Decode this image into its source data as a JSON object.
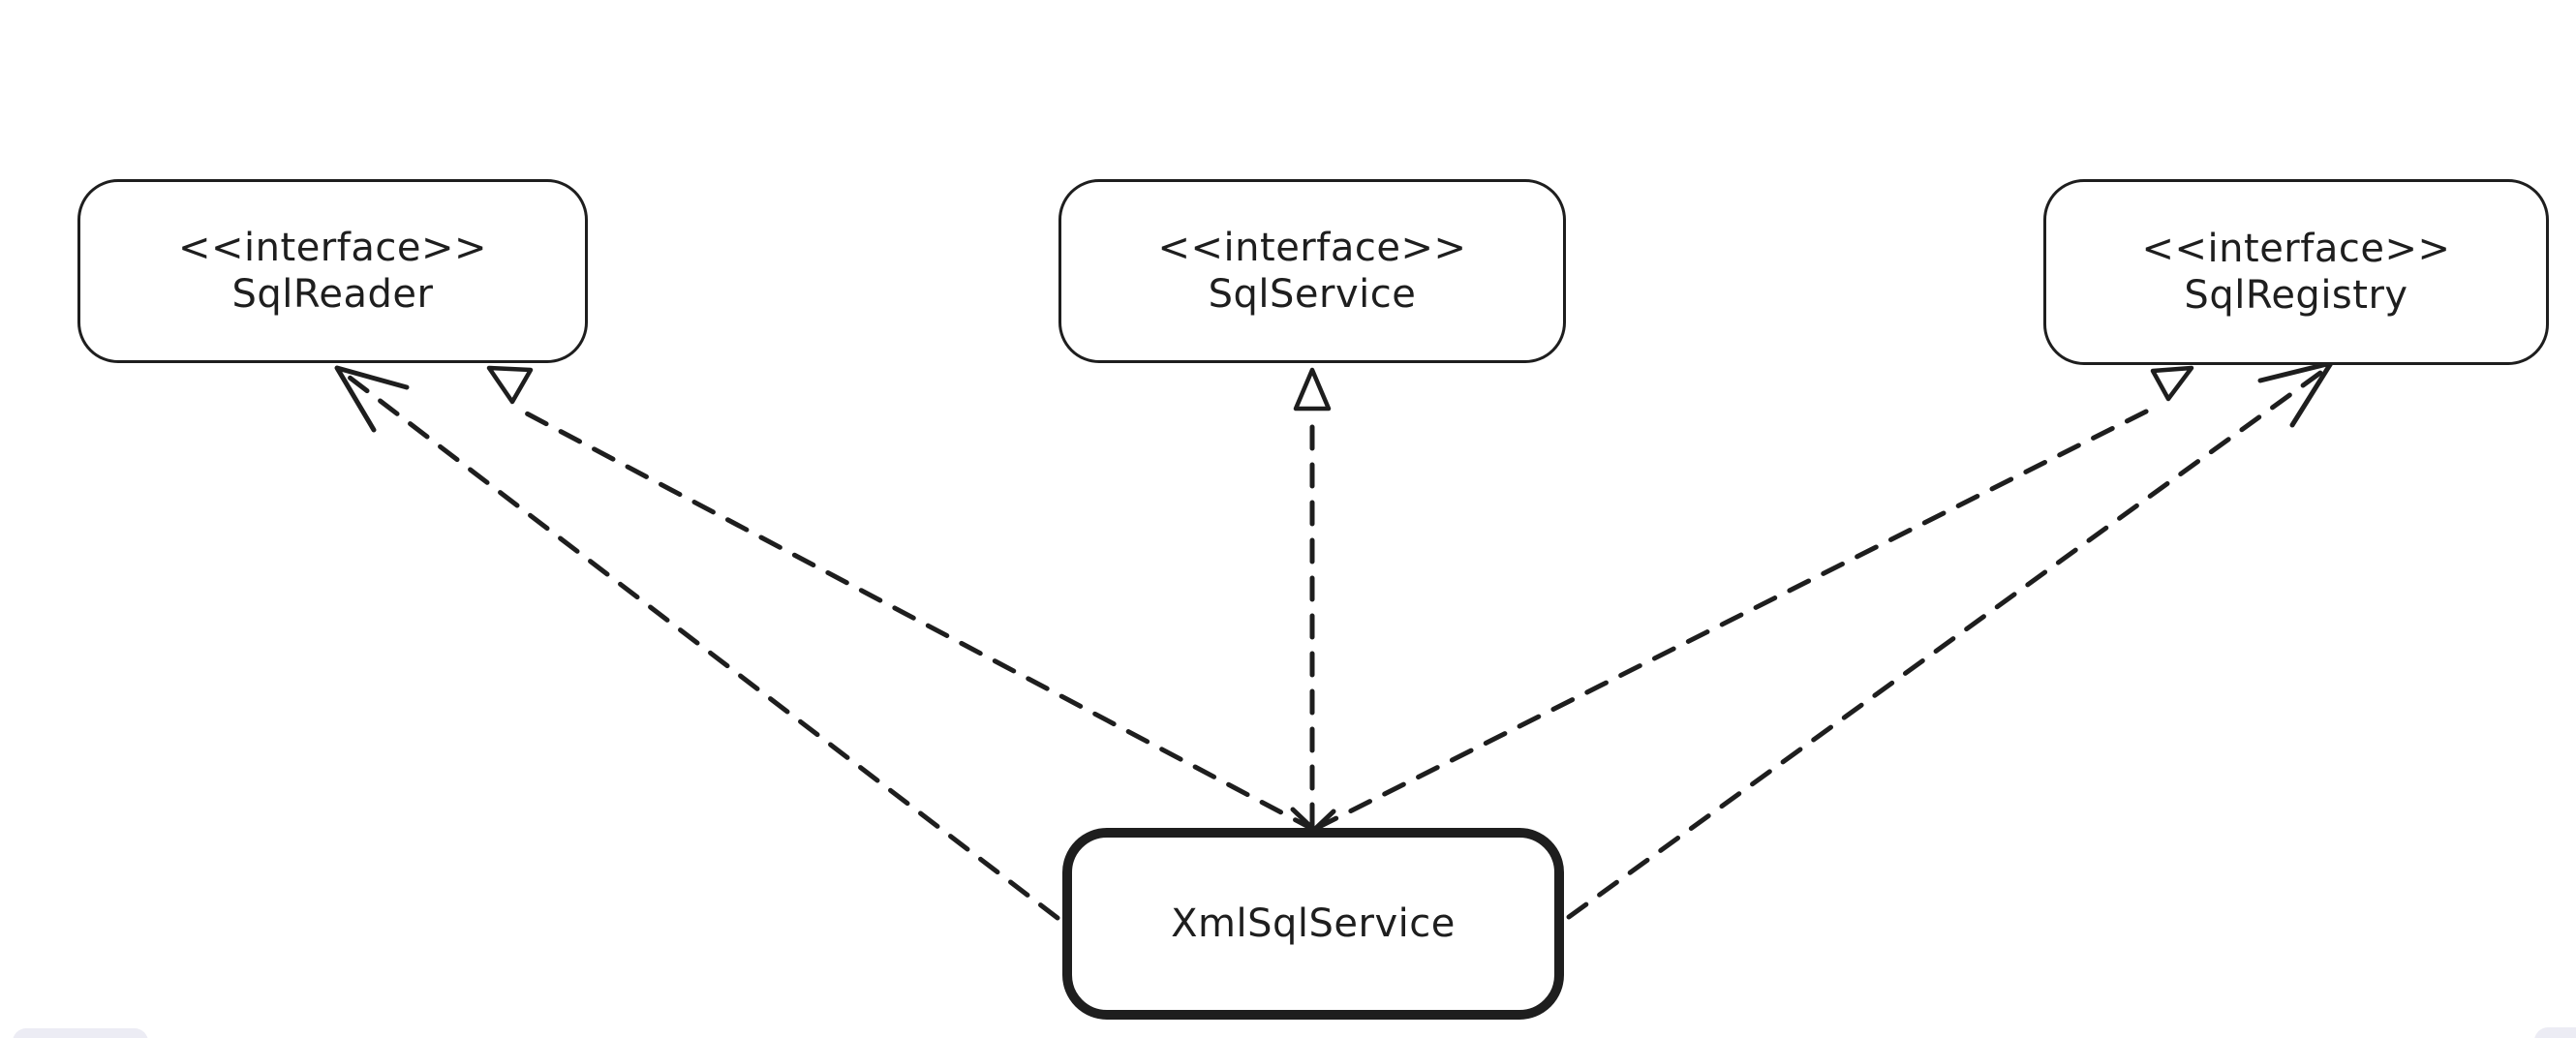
{
  "canvas": {
    "background_color": "#ffffff",
    "stroke_color": "#1e1e1e",
    "ui_pill_color": "#ececf4"
  },
  "diagram": {
    "nodes": [
      {
        "id": "sql-reader",
        "stereotype": "<<interface>>",
        "name": "SqlReader",
        "kind": "interface"
      },
      {
        "id": "sql-service",
        "stereotype": "<<interface>>",
        "name": "SqlService",
        "kind": "interface"
      },
      {
        "id": "sql-registry",
        "stereotype": "<<interface>>",
        "name": "SqlRegistry",
        "kind": "interface"
      },
      {
        "id": "xml-sql-service",
        "stereotype": "",
        "name": "XmlSqlService",
        "kind": "class"
      }
    ],
    "edges": [
      {
        "from": "XmlSqlService",
        "to": "SqlReader",
        "type": "dependency",
        "line": "dashed",
        "arrowhead": "open"
      },
      {
        "from": "XmlSqlService",
        "to": "SqlReader",
        "type": "realization",
        "line": "dashed",
        "arrowhead": "hollow-triangle"
      },
      {
        "from": "XmlSqlService",
        "to": "SqlService",
        "type": "realization",
        "line": "dashed",
        "arrowhead": "hollow-triangle"
      },
      {
        "from": "XmlSqlService",
        "to": "SqlRegistry",
        "type": "realization",
        "line": "dashed",
        "arrowhead": "hollow-triangle"
      },
      {
        "from": "XmlSqlService",
        "to": "SqlRegistry",
        "type": "dependency",
        "line": "dashed",
        "arrowhead": "open"
      }
    ]
  }
}
